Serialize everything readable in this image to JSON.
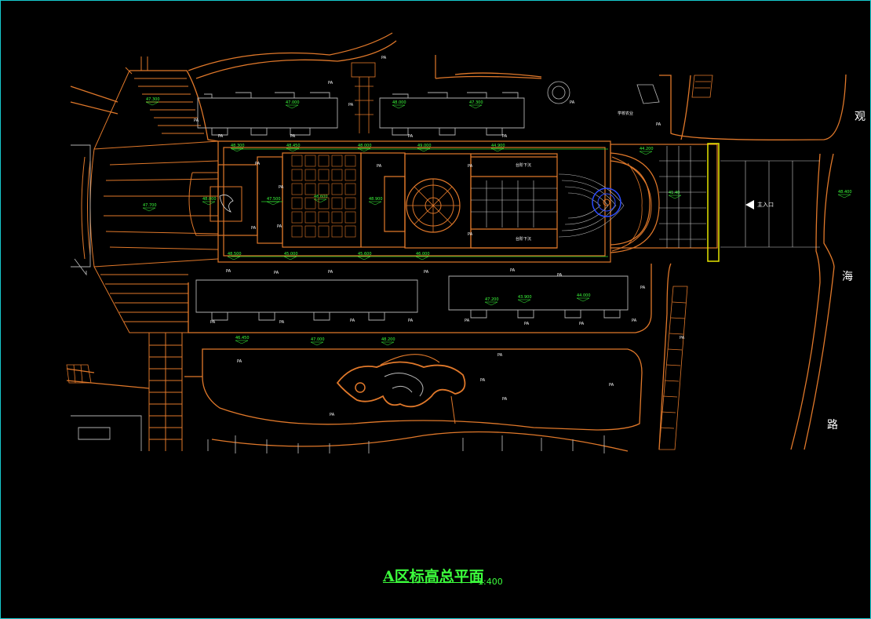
{
  "drawing": {
    "title": "A区标高总平面",
    "scale": "1:400",
    "entrance_label": "主入口",
    "road_chars": [
      "观",
      "海",
      "路"
    ],
    "pa_label": "PA",
    "plaque_label": "学校农业",
    "elevations": [
      "47.300",
      "47.700",
      "48.000",
      "47.000",
      "48.000",
      "47.300",
      "47.500",
      "48.600",
      "48.900",
      "48.300",
      "48.450",
      "48.000",
      "49.000",
      "44.900",
      "44.200",
      "41.40",
      "48.400",
      "48.500",
      "45.000",
      "45.600",
      "46.000",
      "47.200",
      "43.900",
      "44.000",
      "46.450",
      "47.000",
      "48.200"
    ],
    "stair_label_top": "台阶下沉",
    "stair_label_bottom": "台阶下沉"
  }
}
